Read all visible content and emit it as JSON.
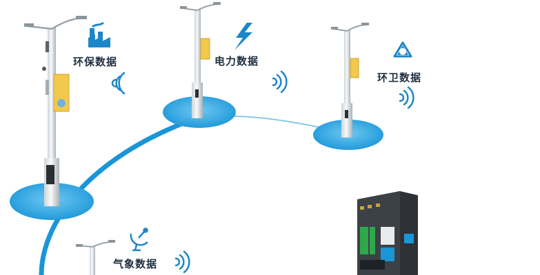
{
  "nodes": [
    {
      "label": "环保数据",
      "icon": "factory-icon"
    },
    {
      "label": "电力数据",
      "icon": "lightning-icon"
    },
    {
      "label": "环卫数据",
      "icon": "recycle-icon"
    },
    {
      "label": "气象数据",
      "icon": "satellite-dish-icon"
    }
  ],
  "colors": {
    "accent_blue": "#1a96d8",
    "platform_light": "#4fb8ec",
    "text_dark": "#1f2f3f",
    "icon_blue": "#1c86c9",
    "device_green": "#2ea84a"
  }
}
